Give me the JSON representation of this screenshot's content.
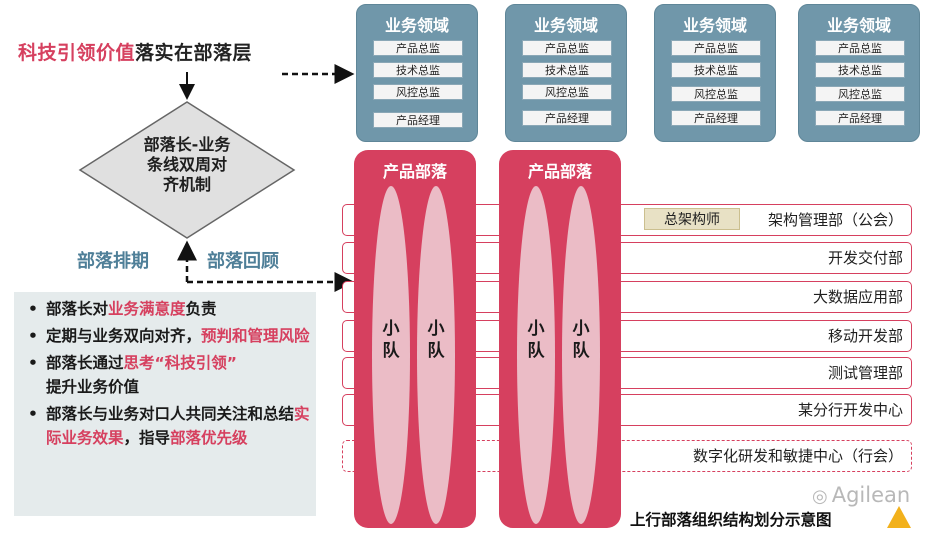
{
  "title": {
    "highlight": "科技引领价值",
    "rest": "落实在部落层"
  },
  "diamond": {
    "line1": "部落长-业务",
    "line2": "条线双周对",
    "line3": "齐机制"
  },
  "labels": {
    "tribe_schedule": "部落排期",
    "tribe_review": "部落回顾"
  },
  "info": {
    "items": [
      {
        "parts": [
          "部落长对",
          "业务满意度",
          "负责"
        ]
      },
      {
        "parts": [
          "定期与业务双向对齐，",
          "预判和管理风险"
        ]
      },
      {
        "parts": [
          "部落长通过",
          "思考“科技引领”",
          "提升业务价值"
        ]
      },
      {
        "parts": [
          "部落长与业务对口人共同关注和总结",
          "实际业务效果",
          "，指导",
          "部落优先级"
        ]
      }
    ]
  },
  "business_domains": [
    {
      "title": "业务领域",
      "items": [
        "产品总监",
        "技术总监",
        "风控总监",
        "产品经理"
      ]
    },
    {
      "title": "业务领域",
      "items": [
        "产品总监",
        "技术总监",
        "风控总监",
        "产品经理"
      ]
    },
    {
      "title": "业务领域",
      "items": [
        "产品总监",
        "技术总监",
        "风控总监",
        "产品经理"
      ]
    },
    {
      "title": "业务领域",
      "items": [
        "产品总监",
        "技术总监",
        "风控总监",
        "产品经理"
      ]
    }
  ],
  "tribes": [
    {
      "title": "产品部落",
      "squad_label": "小\n队"
    },
    {
      "title": "产品部落",
      "squad_label": "小\n队"
    }
  ],
  "departments": [
    "架构管理部（公会）",
    "开发交付部",
    "大数据应用部",
    "移动开发部",
    "测试管理部",
    "某分行开发中心",
    "数字化研发和敏捷中心（行会）"
  ],
  "chief_architect": "总架构师",
  "footer_title": "上行部落组织结构划分示意图",
  "watermark": "Agilean",
  "colors": {
    "accent_red": "#d6405f",
    "domain_blue": "#7097aa",
    "label_blue": "#4f7f98",
    "squad_pink": "#ebbcc6"
  }
}
